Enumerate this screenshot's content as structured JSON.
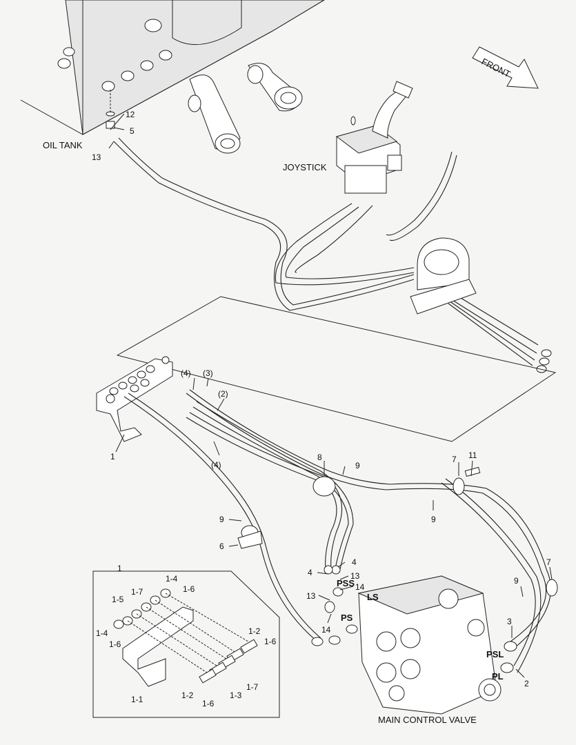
{
  "titles": {
    "oil_tank": "OIL TANK",
    "joystick": "JOYSTICK",
    "front": "FRONT",
    "main_control_valve": "MAIN CONTROL VALVE"
  },
  "ports": {
    "pss": "PSS",
    "ls": "LS",
    "ps": "PS",
    "psl": "PSL",
    "pl": "PL"
  },
  "callouts": {
    "c12": "12",
    "c5": "5",
    "c13a": "13",
    "c4p": "(4)",
    "c3p": "(3)",
    "c2p": "(2)",
    "c4p2": "(4)",
    "c1": "1",
    "c8": "8",
    "c9a": "9",
    "c7a": "7",
    "c11": "11",
    "c9b": "9",
    "c9c": "9",
    "c6": "6",
    "c4a": "4",
    "c4b": "4",
    "c13b": "13",
    "c14a": "14",
    "c13c": "13",
    "c14b": "14",
    "c7b": "7",
    "c9d": "9",
    "c3": "3",
    "c2": "2",
    "d1": "1",
    "d14a": "1-4",
    "d16a": "1-6",
    "d15": "1-5",
    "d17a": "1-7",
    "d14b": "1-4",
    "d16b": "1-6",
    "d12a": "1-2",
    "d16c": "1-6",
    "d17b": "1-7",
    "d11": "1-1",
    "d12b": "1-2",
    "d16d": "1-6",
    "d13": "1-3"
  }
}
